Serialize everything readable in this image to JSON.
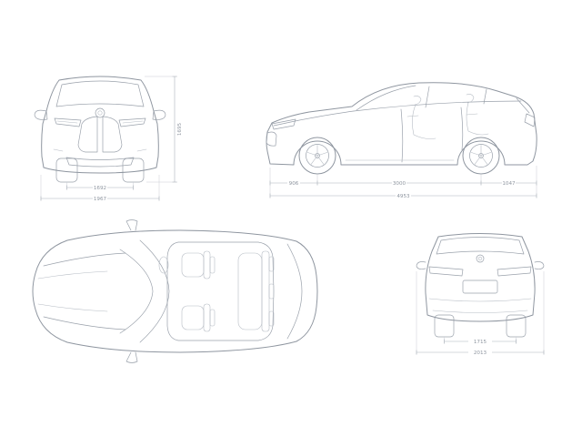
{
  "colors": {
    "background": "#ffffff",
    "line": "#8f96a0",
    "line_light": "#b6bcc4",
    "dimension_line": "#aeb4bc",
    "dimension_text": "#8f96a0"
  },
  "views": {
    "front": {
      "dims": {
        "track_width_mm": "1692",
        "overall_width_mm": "1967",
        "overall_height_mm": "1695"
      }
    },
    "side": {
      "dims": {
        "front_overhang_mm": "906",
        "wheelbase_mm": "3000",
        "rear_overhang_mm": "1047",
        "overall_length_mm": "4953"
      }
    },
    "rear": {
      "dims": {
        "track_width_mm": "1715",
        "overall_width_mm": "2013"
      }
    }
  }
}
